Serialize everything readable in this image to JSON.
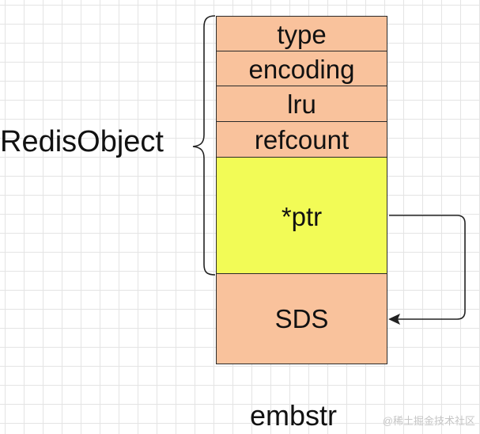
{
  "fields": [
    {
      "id": "type",
      "label": "type"
    },
    {
      "id": "encoding",
      "label": "encoding"
    },
    {
      "id": "lru",
      "label": "lru"
    },
    {
      "id": "refcount",
      "label": "refcount"
    },
    {
      "id": "ptr",
      "label": "*ptr"
    },
    {
      "id": "sds",
      "label": "SDS"
    }
  ],
  "group_label": "RedisObject",
  "caption": "embstr",
  "watermark": "@稀土掘金技术社区",
  "colors": {
    "field_fill": "#f9c29c",
    "ptr_fill": "#f2fb56",
    "border": "#2a2a2a",
    "grid": "#e4e4e4"
  },
  "icons": {
    "brace": "curly-brace-left",
    "arrow": "pointer-arrow"
  }
}
